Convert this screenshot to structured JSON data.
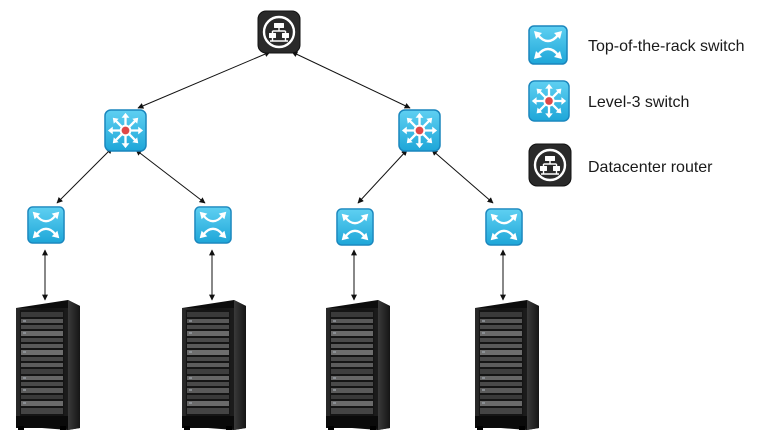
{
  "legend": {
    "items": [
      {
        "icon": "tor-switch-icon",
        "label": "Top-of-the-rack switch"
      },
      {
        "icon": "level3-switch-icon",
        "label": "Level-3 switch"
      },
      {
        "icon": "datacenter-router-icon",
        "label": "Datacenter router"
      }
    ]
  },
  "colors": {
    "switch_fill": "#2bb8e6",
    "switch_border": "#1f7fb3",
    "router_fill": "#2b2b2b",
    "core_dot": "#e05050",
    "link": "#111111"
  },
  "topology": {
    "router": "datacenter-router",
    "level3_switches": [
      "level3-switch-1",
      "level3-switch-2"
    ],
    "tor_switches": [
      "tor-switch-1",
      "tor-switch-2",
      "tor-switch-3",
      "tor-switch-4"
    ],
    "server_racks": [
      "server-rack-1",
      "server-rack-2",
      "server-rack-3",
      "server-rack-4"
    ],
    "links": [
      [
        "datacenter-router",
        "level3-switch-1"
      ],
      [
        "datacenter-router",
        "level3-switch-2"
      ],
      [
        "level3-switch-1",
        "tor-switch-1"
      ],
      [
        "level3-switch-1",
        "tor-switch-2"
      ],
      [
        "level3-switch-2",
        "tor-switch-3"
      ],
      [
        "level3-switch-2",
        "tor-switch-4"
      ],
      [
        "tor-switch-1",
        "server-rack-1"
      ],
      [
        "tor-switch-2",
        "server-rack-2"
      ],
      [
        "tor-switch-3",
        "server-rack-3"
      ],
      [
        "tor-switch-4",
        "server-rack-4"
      ]
    ]
  }
}
